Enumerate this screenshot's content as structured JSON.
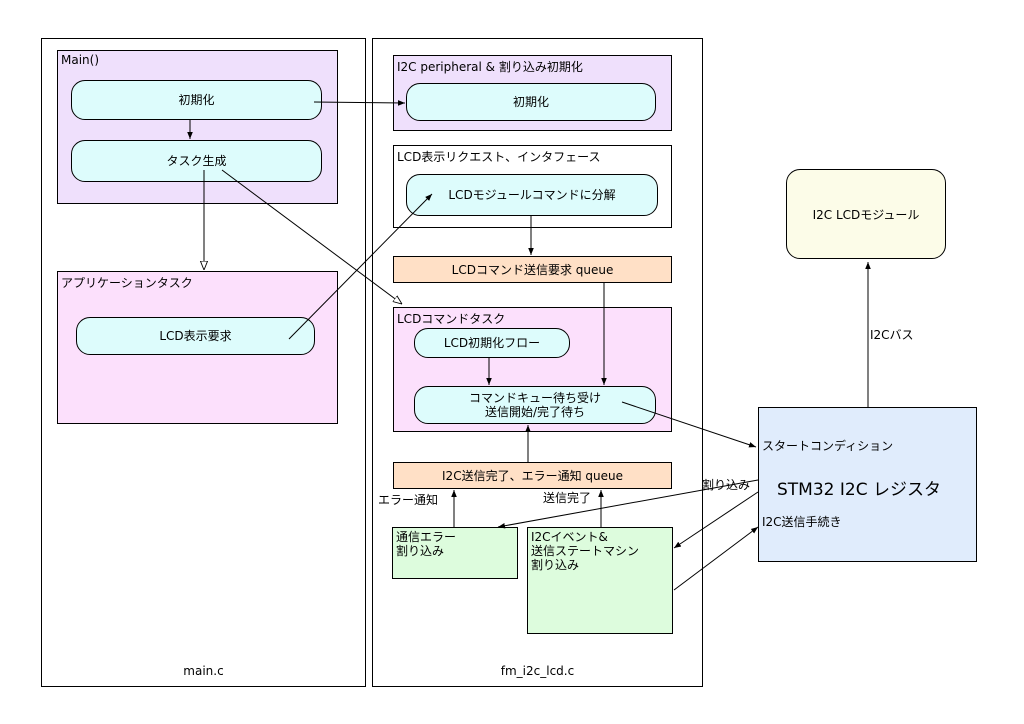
{
  "files": {
    "main_c": "main.c",
    "fm_i2c_lcd_c": "fm_i2c_lcd.c"
  },
  "main_box": {
    "title": "Main()",
    "init": "初期化",
    "task_create": "タスク生成"
  },
  "app_task": {
    "title": "アプリケーションタスク",
    "lcd_request": "LCD表示要求"
  },
  "i2c_init_box": {
    "title": "I2C peripheral & 割り込み初期化",
    "init": "初期化"
  },
  "lcd_interface": {
    "title": "LCD表示リクエスト、インタフェース",
    "decompose": "LCDモジュールコマンドに分解"
  },
  "cmd_queue": "LCDコマンド送信要求 queue",
  "lcd_cmd_task": {
    "title": "LCDコマンドタスク",
    "init_flow": "LCD初期化フロー",
    "wait": "コマンドキュー待ち受け\n送信開始/完了待ち"
  },
  "notify_queue": "I2C送信完了、エラー通知 queue",
  "labels": {
    "error_notify": "エラー通知",
    "send_done": "送信完了",
    "interrupt": "割り込み",
    "i2c_bus": "I2Cバス"
  },
  "comm_error_isr": "通信エラー\n割り込み",
  "event_isr": "I2Cイベント&\n送信ステートマシン\n割り込み",
  "lcd_module": "I2C LCDモジュール",
  "stm32": {
    "start_condition": "スタートコンディション",
    "title": "STM32 I2C レジスタ",
    "send_procedure": "I2C送信手続き"
  },
  "colors": {
    "main_box_bg": "#efe0fc",
    "app_task_bg": "#fce0fc",
    "pill_bg": "#ddfcfc",
    "queue_bg": "#ffe0c6",
    "isr_bg": "#ddfcdd",
    "lcd_module_bg": "#fcfce8",
    "stm32_bg": "#e0ecfc"
  }
}
